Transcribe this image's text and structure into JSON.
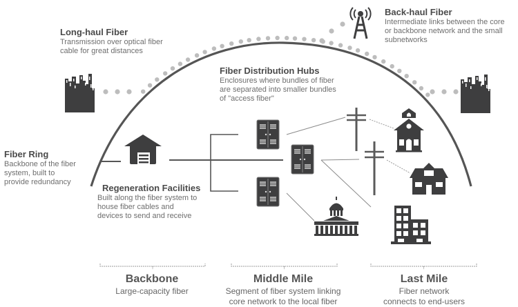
{
  "colors": {
    "icon": "#3e3e3f",
    "line": "#5a5a5a",
    "thin_line": "#8a8a8a",
    "dots": "#bdbdbd",
    "title_text": "#4a4a4a",
    "body_text": "#6e6e6e"
  },
  "labels": {
    "long_haul": {
      "title": "Long-haul Fiber",
      "lines": [
        "Transmission over optical fiber",
        "cable for great distances"
      ]
    },
    "back_haul": {
      "title": "Back-haul Fiber",
      "lines": [
        "Intermediate links between the core",
        "or backbone network and the small",
        "subnetworks"
      ]
    },
    "distribution_hubs": {
      "title": "Fiber Distribution Hubs",
      "lines": [
        "Enclosures where bundles of fiber",
        "are separated into smaller bundles",
        "of \"access fiber\""
      ]
    },
    "fiber_ring": {
      "title": "Fiber Ring",
      "lines": [
        "Backbone of the fiber",
        "system, built to",
        "provide redundancy"
      ]
    },
    "regeneration": {
      "title": "Regeneration Facilities",
      "lines": [
        "Built along the fiber system to",
        "house fiber cables and",
        "devices to send and receive"
      ]
    }
  },
  "sections": [
    {
      "title": "Backbone",
      "lines": [
        "Large-capacity fiber"
      ]
    },
    {
      "title": "Middle Mile",
      "lines": [
        "Segment of fiber system linking",
        "core network to the local fiber"
      ]
    },
    {
      "title": "Last Mile",
      "lines": [
        "Fiber network",
        "connects to end-users"
      ]
    }
  ],
  "icons": {
    "city_left": "city-skyline-icon",
    "city_right": "city-skyline-icon",
    "tower": "cell-tower-icon",
    "regeneration": "warehouse-icon",
    "hubs": "cabinet-icon",
    "poles": "utility-pole-icon",
    "school": "schoolhouse-icon",
    "house": "house-icon",
    "government": "capitol-building-icon",
    "office": "office-building-icon"
  }
}
